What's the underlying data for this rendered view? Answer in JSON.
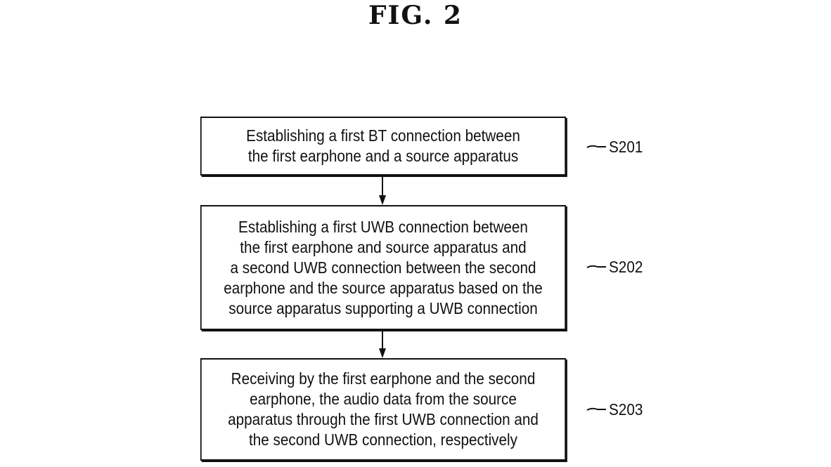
{
  "figure": {
    "title": "FIG. 2"
  },
  "steps": [
    {
      "id": "S201",
      "lines": [
        "Establishing a first BT connection between",
        "the first earphone and a source apparatus"
      ]
    },
    {
      "id": "S202",
      "lines": [
        "Establishing a first UWB connection between",
        "the first earphone and source apparatus and",
        "a second UWB connection between the second",
        "earphone and the source apparatus based on the",
        "source apparatus supporting a UWB connection"
      ]
    },
    {
      "id": "S203",
      "lines": [
        "Receiving by the first earphone and the second",
        "earphone, the audio data from the source",
        "apparatus through the first UWB connection and",
        "the second UWB connection, respectively"
      ]
    }
  ]
}
